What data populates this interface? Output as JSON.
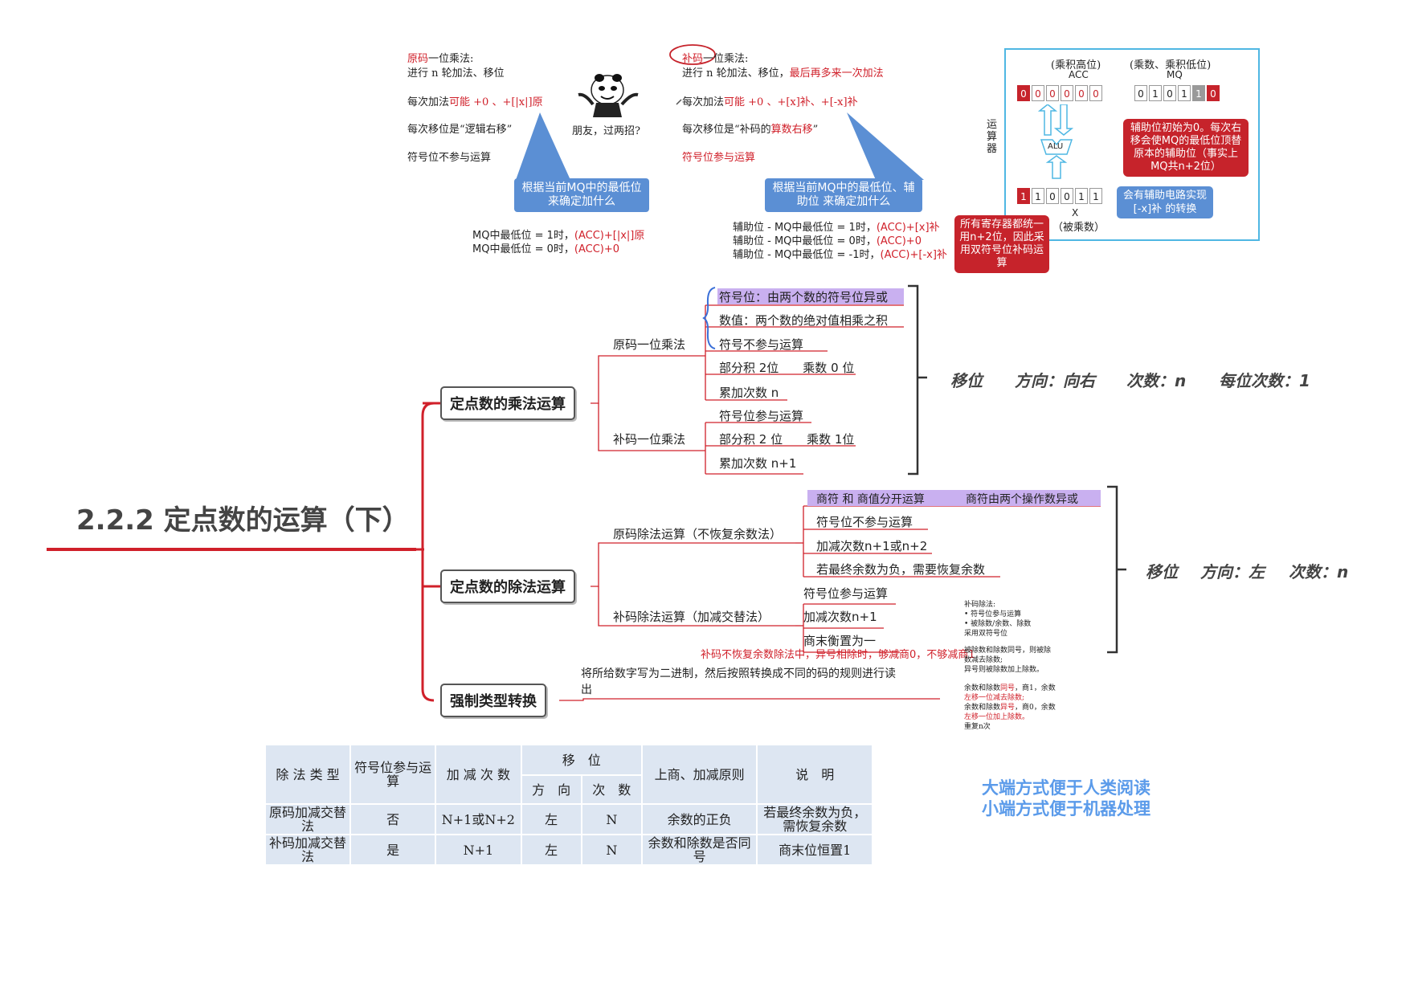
{
  "title": "2.2.2 定点数的运算（下）",
  "orig_mul": {
    "l1a": "原码",
    "l1b": "一位乘法:",
    "l2": "进行 n 轮加法、移位",
    "l3a": "每次加法",
    "l3b": "可能 +0 、+[|x|]原",
    "l4a": "每次移位是“逻辑右移”",
    "l5": "符号位不参与运算",
    "callout": "根据当前MQ中的最低位来确定加什么",
    "r1a": "MQ中最低位 = 1时，",
    "r1b": "(ACC)+[|x|]原",
    "r2a": "MQ中最低位 = 0时，",
    "r2b": "(ACC)+0",
    "panda": "朋友，过两招?"
  },
  "comp_mul": {
    "l1a": "补码",
    "l1b": "一位乘法:",
    "l2a": "进行 n 轮加法、移位，",
    "l2b": "最后再多来一次加法",
    "l3a": "每次加法",
    "l3b": "可能 +0 、+[x]补、+[-x]补",
    "l4a": "每次移位是“补码的",
    "l4b": "算数右移",
    "l4c": "”",
    "l5": "符号位参与运算",
    "callout": "根据当前MQ中的最低位、辅助位 来确定加什么",
    "r1a": "辅助位 - MQ中最低位 = 1时，",
    "r1b": "(ACC)+[x]补",
    "r2a": "辅助位 - MQ中最低位 = 0时，",
    "r2b": "(ACC)+0",
    "r3a": "辅助位 - MQ中最低位 = -1时，",
    "r3b": "(ACC)+[-x]补"
  },
  "hardware": {
    "acc_label1": "(乘积高位)",
    "acc_label2": "ACC",
    "mq_label1": "(乘数、乘积低位)",
    "mq_label2": "MQ",
    "acc_bits": [
      "0",
      "0",
      "0",
      "0",
      "0",
      "0"
    ],
    "mq_bits": [
      "0",
      "1",
      "0",
      "1",
      "1",
      "0"
    ],
    "alu": "ALU",
    "side": "运算器",
    "x_bits": [
      "1",
      "1",
      "0",
      "0",
      "1",
      "1"
    ],
    "x_label1": "X",
    "x_label2": "（被乘数）",
    "red1": "辅助位初始为0。每次右移会使MQ的最低位顶替原本的辅助位（事实上MQ共n+2位）",
    "blue1": "会有辅助电路实现[-x]补 的转换",
    "red2": "所有寄存器都统一用n+2位，因此采用双符号位补码运算"
  },
  "mindmap": {
    "mul_node": "定点数的乘法运算",
    "div_node": "定点数的除法运算",
    "cast_node": "强制类型转换",
    "mul_orig": "原码一位乘法",
    "mul_comp": "补码一位乘法",
    "mo_leaves": [
      "符号位：由两个数的符号位异或",
      "数值：两个数的绝对值相乘之积",
      "符号不参与运算",
      "部分积 2位　　乘数 0 位",
      "累加次数 n"
    ],
    "mc_leaves": [
      "符号位参与运算",
      "部分积 2 位　　乘数 1位",
      "累加次数 n+1"
    ],
    "mul_right": [
      "移位",
      "方向：向右",
      "次数：n",
      "每位次数：1"
    ],
    "div_orig": "原码除法运算（不恢复余数法）",
    "div_comp": "补码除法运算（加减交替法）",
    "do_leaf1a": "商符 和 商值分开运算",
    "do_leaf1b": "商符由两个操作数异或",
    "do_leaves": [
      "符号位不参与运算",
      "加减次数n+1或n+2",
      "若最终余数为负，需要恢复余数"
    ],
    "dc_leaves": [
      "符号位参与运算",
      "加减次数n+1",
      "商末衡置为一"
    ],
    "dc_note": "补码不恢复余数除法中，异号相除时，够减商0，不够减商1",
    "div_right": [
      "移位",
      "方向：左",
      "次数：n"
    ],
    "cast_text1": "将所给数字写为二进制，然后按照转换成不同的码的规则进行读",
    "cast_text2": "出"
  },
  "notes": {
    "n1": "补码除法:",
    "n2": "•  符号位参与运算",
    "n3": "•  被除数/余数、除数",
    "n4": "    采用双符号位",
    "n5": "被除数和除数同号，则被除",
    "n6": "数减去除数;",
    "n7": "异号则被除数加上除数。",
    "n8a": "余数和除数",
    "n8b": "同号",
    "n8c": "，商1，余数",
    "n9": "左移一位减去除数;",
    "n10a": "余数和除数",
    "n10b": "异号",
    "n10c": "，商0，余数",
    "n11": "左移一位加上除数。",
    "n12": "重复n次"
  },
  "table": {
    "h_type": "除 法 类 型",
    "h_sign": "符号位参与运算",
    "h_count": "加 减 次 数",
    "h_shift": "移　位",
    "h_dir": "方　向",
    "h_times": "次　数",
    "h_rule": "上商、加减原则",
    "h_note": "说　明",
    "rows": [
      {
        "type": "原码加减交替法",
        "sign": "否",
        "count": "N+1或N+2",
        "dir": "左",
        "times": "N",
        "rule": "余数的正负",
        "note": "若最终余数为负，需恢复余数"
      },
      {
        "type": "补码加减交替法",
        "sign": "是",
        "count": "N+1",
        "dir": "左",
        "times": "N",
        "rule": "余数和除数是否同号",
        "note": "商末位恒置1"
      }
    ]
  },
  "endian": {
    "l1": "大端方式便于人类阅读",
    "l2": "小端方式便于机器处理"
  },
  "colors": {
    "accent_red": "#d0202a",
    "callout_blue": "#5b8fd4",
    "highlight": "#c9b0f0",
    "table_bg": "#dde6f2"
  }
}
